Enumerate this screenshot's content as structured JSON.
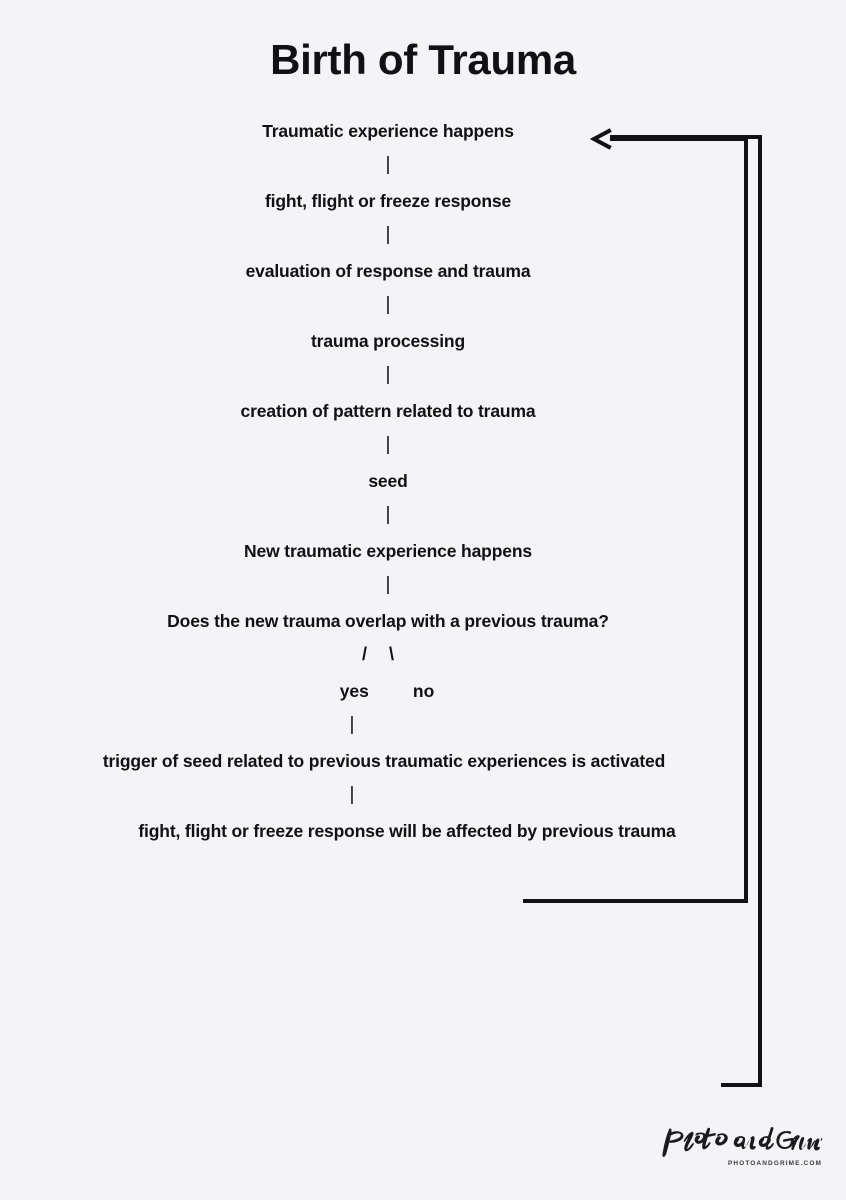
{
  "poster": {
    "title": "Birth of Trauma",
    "background_color": "#f4f4f6",
    "text_color": "#111114",
    "line_color": "#121216"
  },
  "flow": {
    "connector_glyph": "|",
    "branch_left_glyph": "/",
    "branch_right_glyph": "\\",
    "steps": [
      {
        "id": "step-1",
        "label": "Traumatic experience happens"
      },
      {
        "id": "step-2",
        "label": "fight, flight or freeze response"
      },
      {
        "id": "step-3",
        "label": "evaluation of response and trauma"
      },
      {
        "id": "step-4",
        "label": "trauma processing"
      },
      {
        "id": "step-5",
        "label": "creation of pattern related to trauma"
      },
      {
        "id": "step-6",
        "label": "seed"
      },
      {
        "id": "step-7",
        "label": "New traumatic experience happens"
      },
      {
        "id": "step-8",
        "label": "Does the new trauma overlap with a previous trauma?"
      },
      {
        "id": "step-9",
        "label": "trigger of seed related to previous traumatic experiences is activated"
      },
      {
        "id": "step-10",
        "label": "fight, flight or freeze response will be affected by previous trauma"
      }
    ],
    "decision": {
      "question": "Does the new trauma overlap with a previous trauma?",
      "yes_label": "yes",
      "no_label": "no"
    }
  },
  "watermark": {
    "brand": "Photo and Grime",
    "url": "PHOTOANDGRIME.COM"
  }
}
